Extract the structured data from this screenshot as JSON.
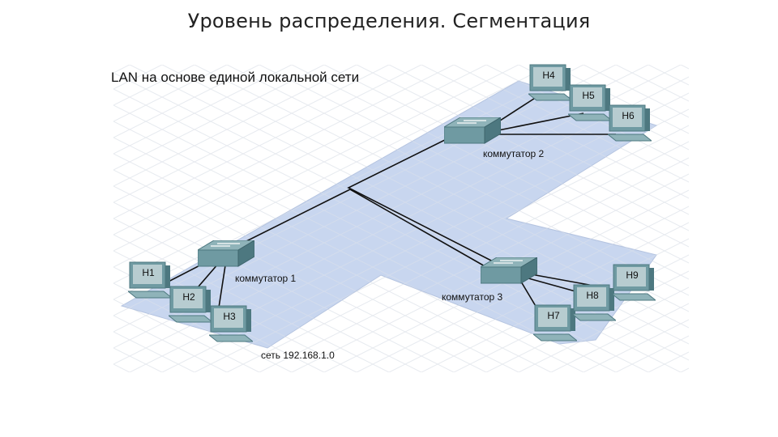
{
  "slide_title": "Уровень распределения. Сегментация",
  "diagram_title": "LAN на основе единой локальной сети",
  "network_label": "сеть 192.168.1.0",
  "switches": [
    {
      "id": "sw1",
      "label": "коммутатор 1"
    },
    {
      "id": "sw2",
      "label": "коммутатор 2"
    },
    {
      "id": "sw3",
      "label": "коммутатор 3"
    }
  ],
  "hosts": [
    {
      "id": "h1",
      "label": "H1",
      "switch": "sw1"
    },
    {
      "id": "h2",
      "label": "H2",
      "switch": "sw1"
    },
    {
      "id": "h3",
      "label": "H3",
      "switch": "sw1"
    },
    {
      "id": "h4",
      "label": "H4",
      "switch": "sw2"
    },
    {
      "id": "h5",
      "label": "H5",
      "switch": "sw2"
    },
    {
      "id": "h6",
      "label": "H6",
      "switch": "sw2"
    },
    {
      "id": "h7",
      "label": "H7",
      "switch": "sw3"
    },
    {
      "id": "h8",
      "label": "H8",
      "switch": "sw3"
    },
    {
      "id": "h9",
      "label": "H9",
      "switch": "sw3"
    }
  ],
  "colors": {
    "floor": "#c8d6ef",
    "device": "#6f9aa2",
    "device_dark": "#4d7880",
    "screen": "#b7ccd0",
    "grid": "#dfe3ea"
  }
}
